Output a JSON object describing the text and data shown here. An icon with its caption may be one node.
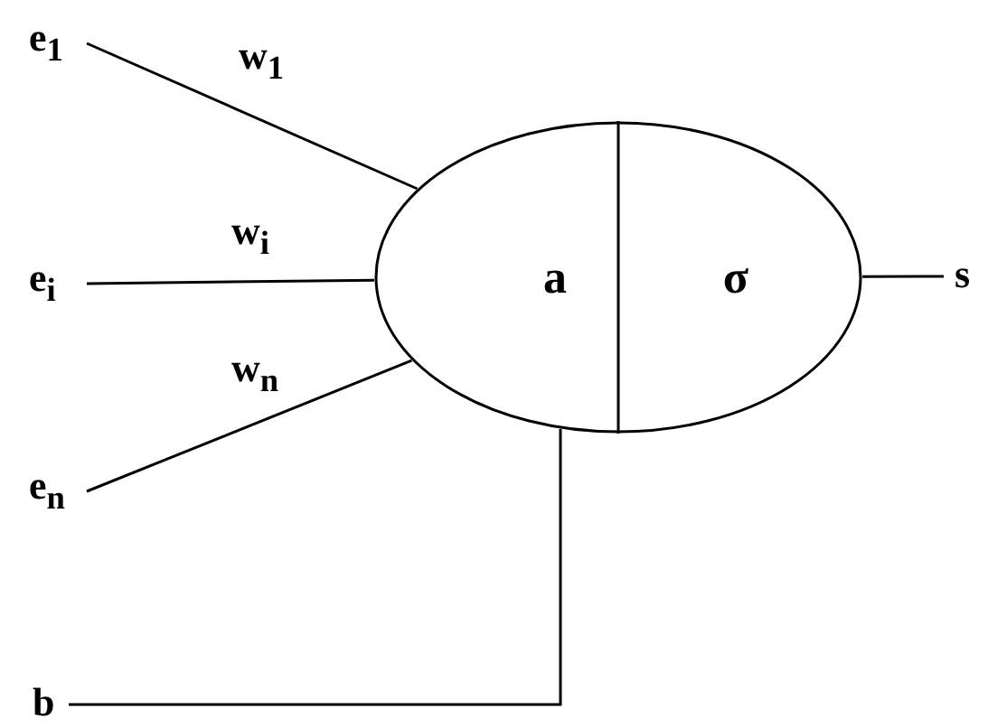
{
  "diagram": {
    "nodes": [
      {
        "text": [
          "e$_{1}$"
        ]
      },
      {
        "text": [
          "e$_{i}$"
        ]
      },
      {
        "text": [
          "e$_{n}$"
        ]
      },
      {
        "text": [],
        "shape": "ellipse"
      },
      {
        "text": [
          "a"
        ],
        "in": 3
      },
      {
        "text": [
          "σ"
        ],
        "in": 3
      },
      {
        "text": [
          "s"
        ]
      },
      {
        "text": [
          "b"
        ]
      }
    ],
    "edges": [
      {
        "from": 0,
        "to": 3,
        "arrow": "none",
        "label": "w$_{1}$"
      },
      {
        "from": 1,
        "to": 3,
        "arrow": "none",
        "label": "w$_{i}$"
      },
      {
        "from": 2,
        "to": 3,
        "arrow": "none",
        "label": "w$_{n}$"
      },
      {
        "from": 7,
        "to": 3,
        "arrow": "none"
      },
      {
        "from": 3,
        "to": 6,
        "arrow": "none"
      }
    ]
  }
}
